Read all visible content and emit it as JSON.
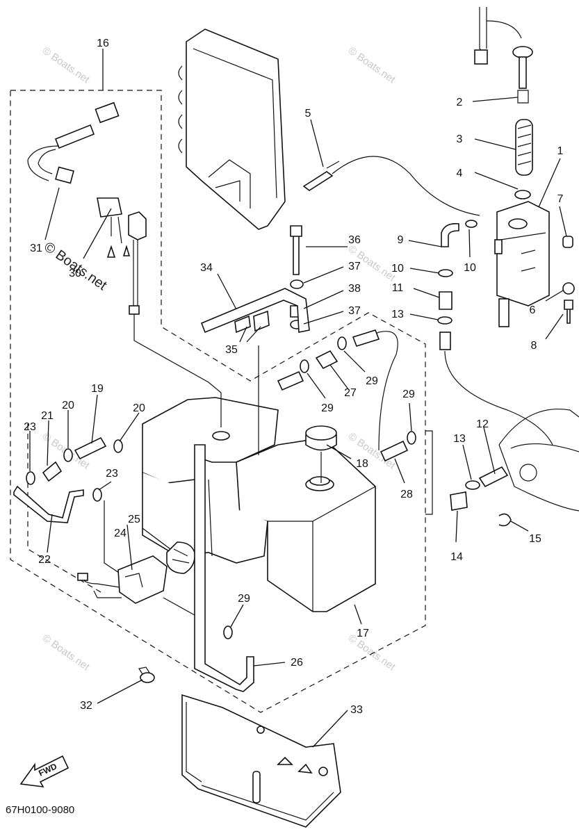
{
  "diagram": {
    "part_numbers": [
      "1",
      "2",
      "3",
      "4",
      "5",
      "6",
      "7",
      "8",
      "9",
      "10",
      "10",
      "11",
      "12",
      "13",
      "13",
      "14",
      "15",
      "16",
      "17",
      "18",
      "19",
      "20",
      "20",
      "21",
      "22",
      "23",
      "23",
      "24",
      "25",
      "26",
      "27",
      "28",
      "29",
      "29",
      "29",
      "29",
      "30",
      "31",
      "32",
      "33",
      "34",
      "35",
      "36",
      "37",
      "37",
      "38"
    ],
    "watermark": "© Boats.net",
    "drawing_code": "67H0100-9080",
    "direction_arrow": "FWD"
  }
}
